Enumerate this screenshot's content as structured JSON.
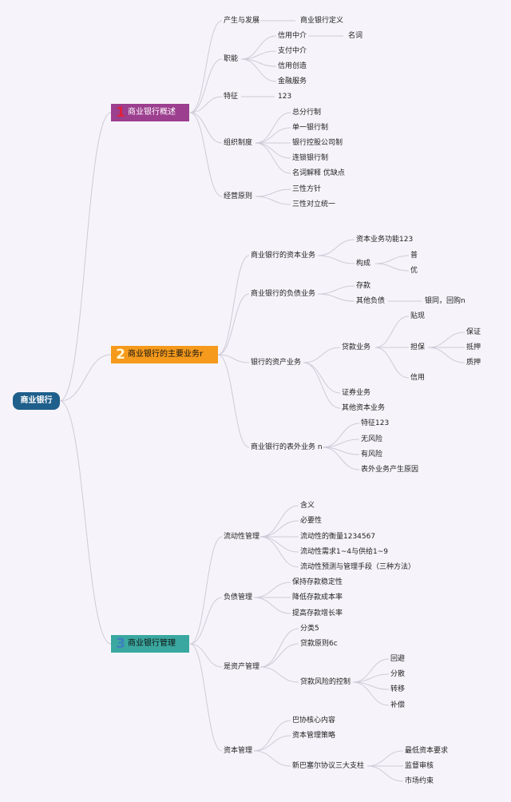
{
  "root": {
    "label": "商业银行"
  },
  "branch1": {
    "num": "1",
    "label": "商业银行概述",
    "color": "#9c3f8f",
    "num_color": "#e0223b",
    "items": {
      "origin": "产生与发展",
      "origin_def": "商业银行定义",
      "func": "职能",
      "f1": "信用中介",
      "f1_sub": "名词",
      "f2": "支付中介",
      "f3": "信用创造",
      "f4": "金融服务",
      "feature": "特征",
      "feature_val": "123",
      "org": "组织制度",
      "o1": "总分行制",
      "o2": "单一银行制",
      "o3": "银行控股公司制",
      "o4": "连锁银行制",
      "o5": "名词解释 优缺点",
      "principle": "经营原则",
      "p1": "三性方针",
      "p2": "三性对立统一"
    }
  },
  "branch2": {
    "num": "2",
    "label": "商业银行的主要业务r",
    "color": "#f59a1c",
    "num_color": "#ffffff",
    "items": {
      "capital": "商业银行的资本业务",
      "c1": "资本业务功能123",
      "c2": "构成",
      "c2a": "普",
      "c2b": "优",
      "liability": "商业银行的负债业务",
      "l1": "存款",
      "l2": "其他负债",
      "l2a": "银同，回购n",
      "asset": "银行的资产业务",
      "loan": "贷款业务",
      "discount": "贴现",
      "guarantee": "担保",
      "g1": "保证",
      "g2": "抵押",
      "g3": "质押",
      "credit": "信用",
      "securities": "证券业务",
      "other_asset": "其他资本业务",
      "offbs": "商业银行的表外业务 n",
      "ob1": "特征123",
      "ob2": "无风险",
      "ob3": "有风险",
      "ob4": "表外业务产生原因"
    }
  },
  "branch3": {
    "num": "3",
    "label": "商业银行管理",
    "color": "#3aa8a0",
    "num_color": "#3f7fbf",
    "items": {
      "liquidity": "流动性管理",
      "q1": "含义",
      "q2": "必要性",
      "q3": "流动性的衡量1234567",
      "q4": "流动性需求1~4与供给1~9",
      "q5": "流动性预测与管理手段（三种方法）",
      "debt": "负债管理",
      "d1": "保持存款稳定性",
      "d2": "降低存款成本率",
      "d3": "提高存款增长率",
      "assets": "是资产管理",
      "a1": "分类5",
      "a2": "贷款原则6c",
      "a3": "贷款风险的控制",
      "r1": "回避",
      "r2": "分散",
      "r3": "转移",
      "r4": "补偿",
      "capital_mgmt": "资本管理",
      "k1": "巴协核心内容",
      "k2": "资本管理策略",
      "k3": "新巴塞尔协议三大支柱",
      "k3a": "最低资本要求",
      "k3b": "监督审核",
      "k3c": "市场约束"
    }
  },
  "colors": {
    "link": "#cfcad8",
    "background": "#f6f4fa",
    "root": "#1f5f8b"
  }
}
